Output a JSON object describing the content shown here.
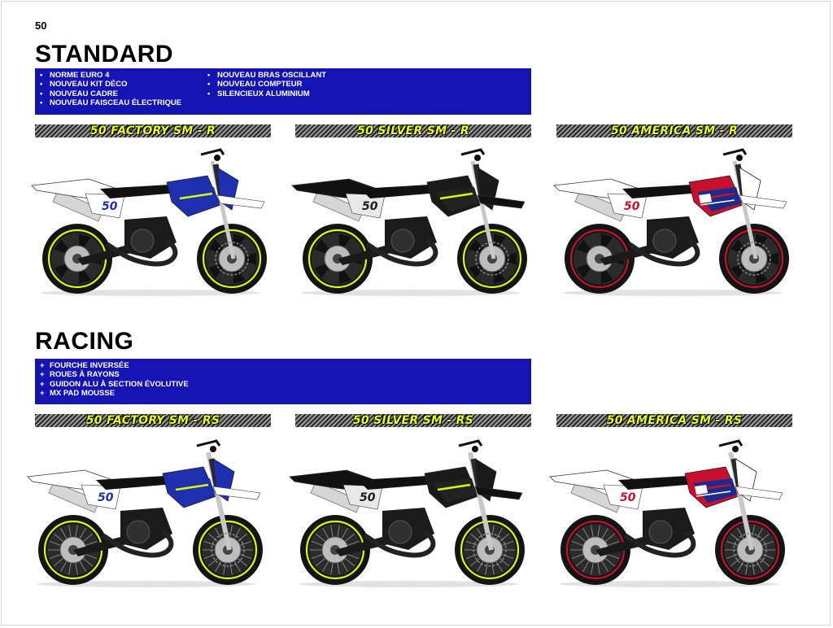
{
  "page_number": "50",
  "sections": [
    {
      "title": "STANDARD",
      "bullet_symbol": "•",
      "features_left": [
        "NORME EURO 4",
        "NOUVEAU KIT DÉCO",
        "NOUVEAU CADRE",
        "NOUVEAU FAISCEAU ÉLECTRIQUE"
      ],
      "features_right": [
        "NOUVEAU BRAS OSCILLANT",
        "NOUVEAU COMPTEUR",
        "SILENCIEUX ALUMINIUM"
      ],
      "models": [
        {
          "name": "50 FACTORY SM - R",
          "livery": "factory",
          "wheels": "spoked-rim"
        },
        {
          "name": "50 SILVER SM - R",
          "livery": "silver",
          "wheels": "spoked-rim"
        },
        {
          "name": "50 AMERICA SM - R",
          "livery": "america",
          "wheels": "spoked-rim"
        }
      ]
    },
    {
      "title": "RACING",
      "bullet_symbol": "+",
      "features_left": [
        "FOURCHE INVERSÉE",
        "ROUES À RAYONS",
        "GUIDON ALU À SECTION ÉVOLUTIVE",
        "MX PAD MOUSSE"
      ],
      "features_right": [],
      "models": [
        {
          "name": "50 FACTORY SM - RS",
          "livery": "factory",
          "wheels": "wire-spoke"
        },
        {
          "name": "50 SILVER SM - RS",
          "livery": "silver",
          "wheels": "wire-spoke"
        },
        {
          "name": "50 AMERICA SM - RS",
          "livery": "america",
          "wheels": "wire-spoke"
        }
      ]
    }
  ],
  "colors": {
    "feature_box": "#1414b4",
    "model_label": "#e8ff1a",
    "factory_primary": "#1e2fb0",
    "silver_primary": "#1a1a1a",
    "america_red": "#c8102e",
    "america_blue": "#1a2b8c",
    "accent_yellow": "#d4ff00"
  }
}
